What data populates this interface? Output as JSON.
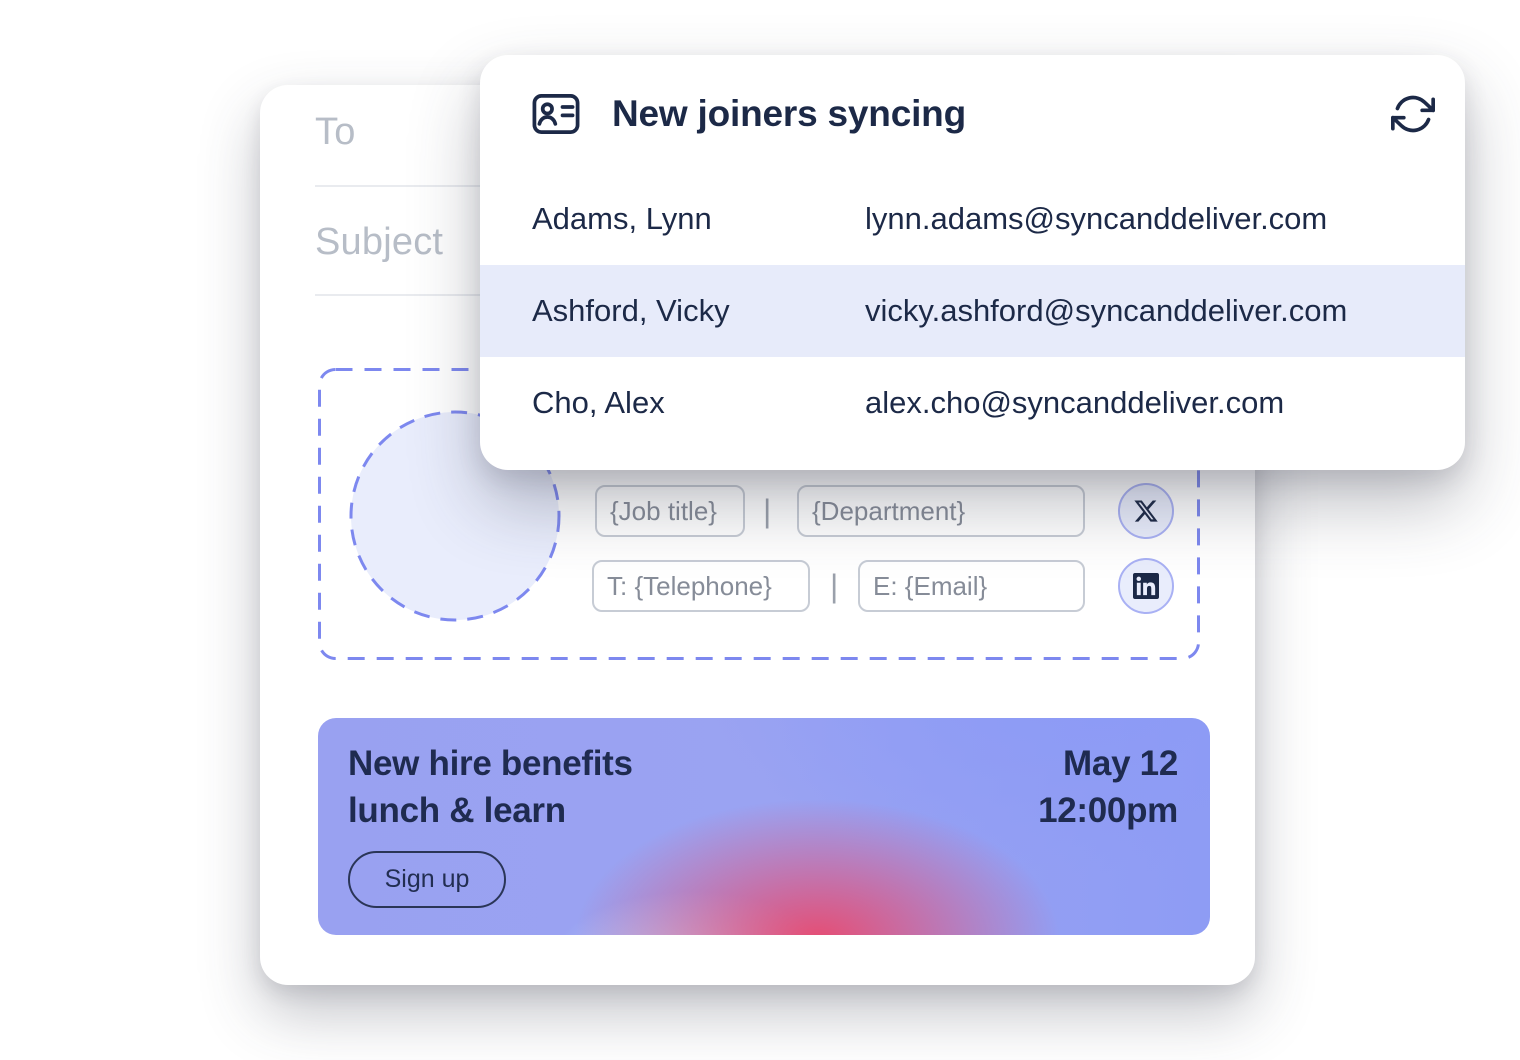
{
  "overlay": {
    "title": "New joiners syncing",
    "rows": [
      {
        "name": "Adams, Lynn",
        "email": "lynn.adams@syncanddeliver.com",
        "highlighted": false
      },
      {
        "name": "Ashford, Vicky",
        "email": "vicky.ashford@syncanddeliver.com",
        "highlighted": true
      },
      {
        "name": "Cho, Alex",
        "email": "alex.cho@syncanddeliver.com",
        "highlighted": false
      }
    ]
  },
  "compose": {
    "to_label": "To",
    "subject_label": "Subject",
    "signature": {
      "job_title": "{Job title}",
      "department": "{Department}",
      "telephone": "T: {Telephone}",
      "email": "E: {Email}",
      "separator": "|"
    },
    "banner": {
      "title_line1": "New hire benefits",
      "title_line2": "lunch & learn",
      "date": "May 12",
      "time": "12:00pm",
      "signup_label": "Sign up"
    }
  },
  "icons": {
    "header_left": "contact-card-icon",
    "header_right": "sync-icon",
    "social": [
      "x-logo-icon",
      "linkedin-icon"
    ]
  },
  "colors": {
    "text_dark": "#1c2947",
    "text_muted": "#b7bdc7",
    "accent_periwinkle": "#7d88ef",
    "row_highlight": "#e7ebfa",
    "field_border": "#c7ccd5",
    "field_text": "#868c98",
    "banner_base": "#98a1f2",
    "banner_pink": "#ec4669",
    "banner_lightblue": "#c6dbfc"
  }
}
